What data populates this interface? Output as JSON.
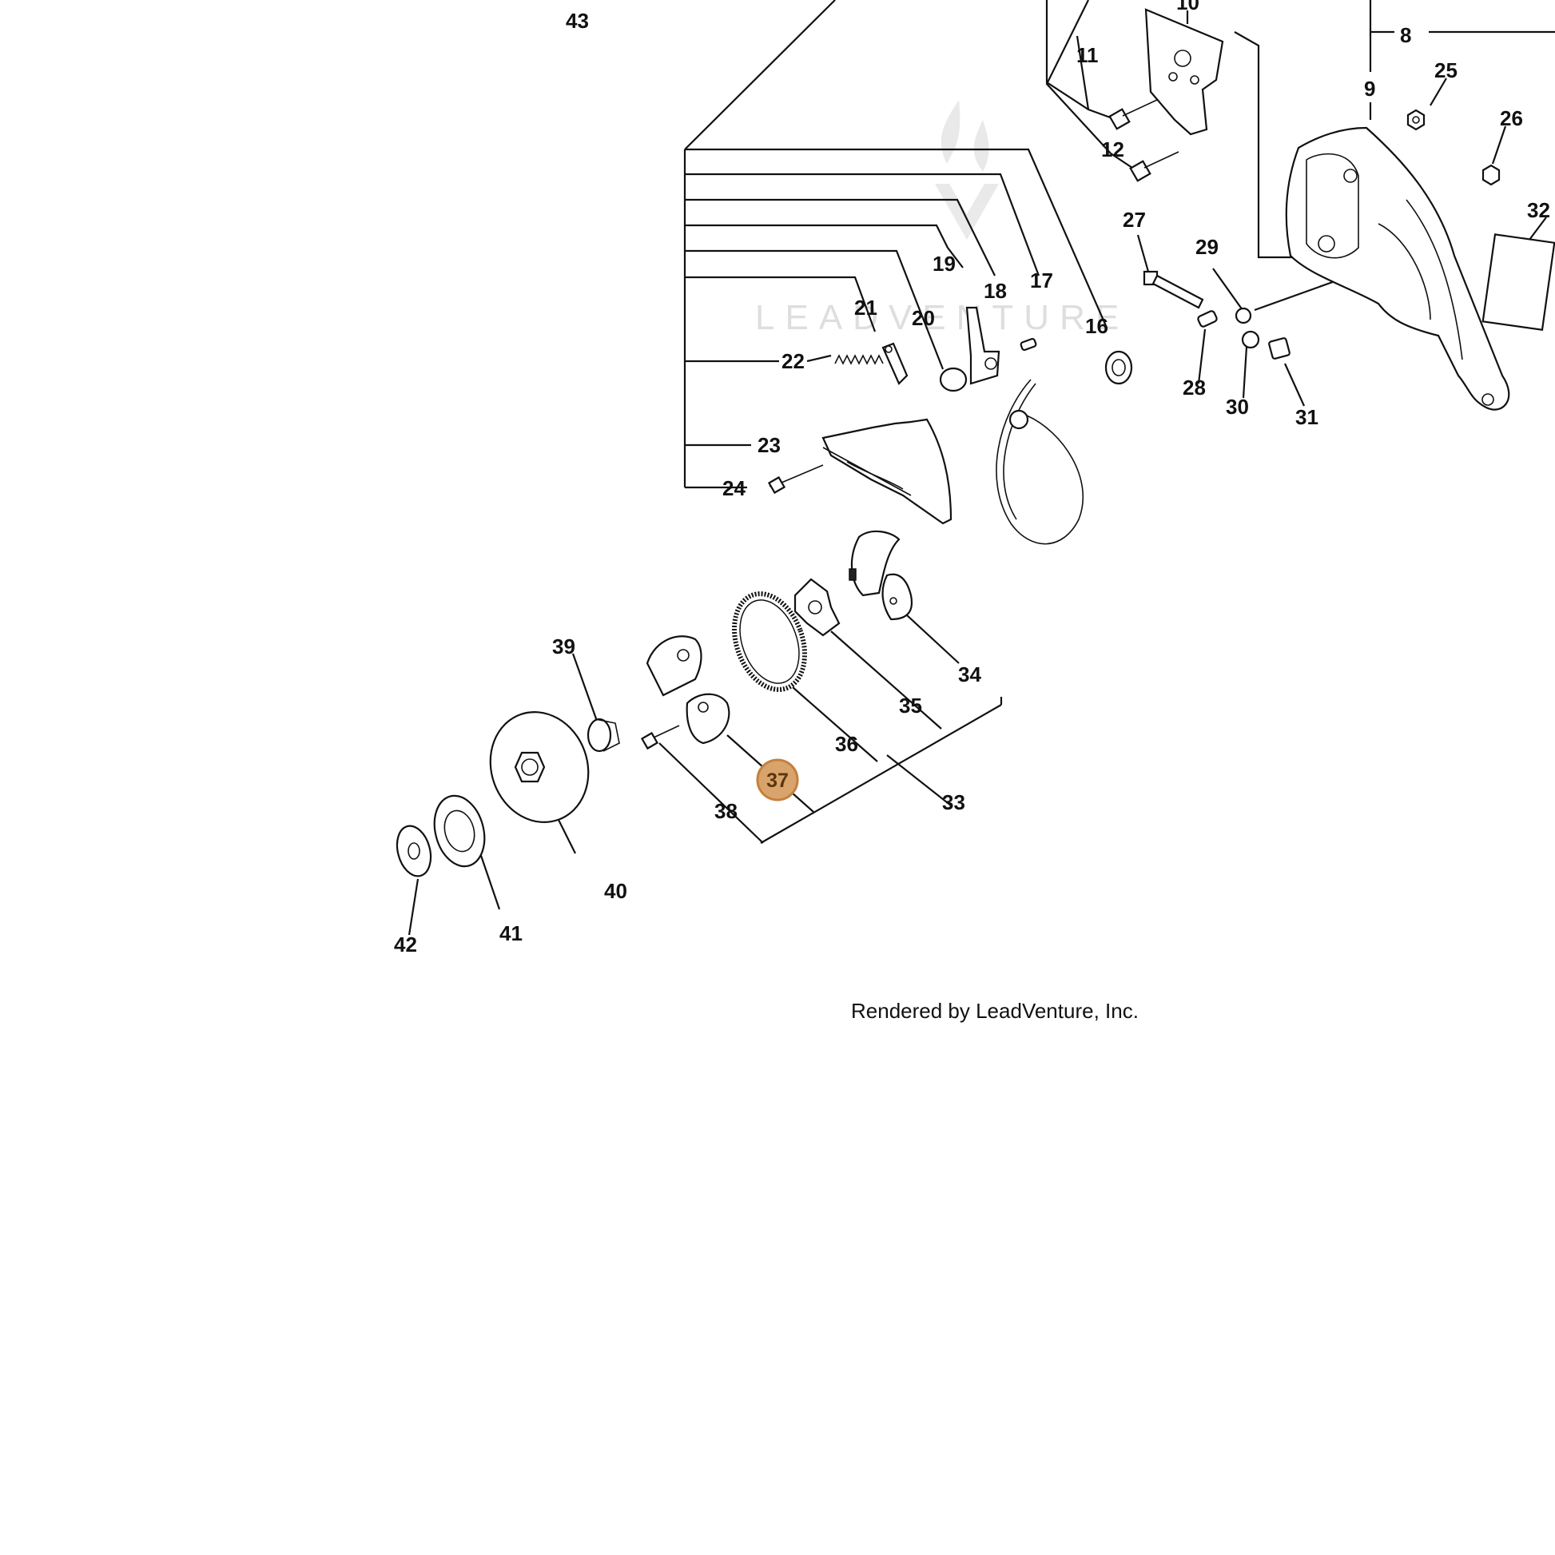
{
  "callouts": {
    "c43": "43",
    "c10": "10",
    "c8": "8",
    "c11": "11",
    "c25": "25",
    "c9": "9",
    "c26": "26",
    "c12": "12",
    "c32": "32",
    "c27": "27",
    "c29": "29",
    "c19": "19",
    "c18": "18",
    "c17": "17",
    "c21": "21",
    "c20": "20",
    "c16": "16",
    "c22": "22",
    "c28": "28",
    "c30": "30",
    "c31": "31",
    "c23": "23",
    "c24": "24",
    "c39": "39",
    "c34": "34",
    "c35": "35",
    "c36": "36",
    "c38": "38",
    "c33": "33",
    "c40": "40",
    "c41": "41",
    "c42": "42"
  },
  "highlighted": {
    "label": "37",
    "color": "#d9a46b"
  },
  "watermark": "LEADVENTURE",
  "credit": "Rendered by LeadVenture, Inc."
}
